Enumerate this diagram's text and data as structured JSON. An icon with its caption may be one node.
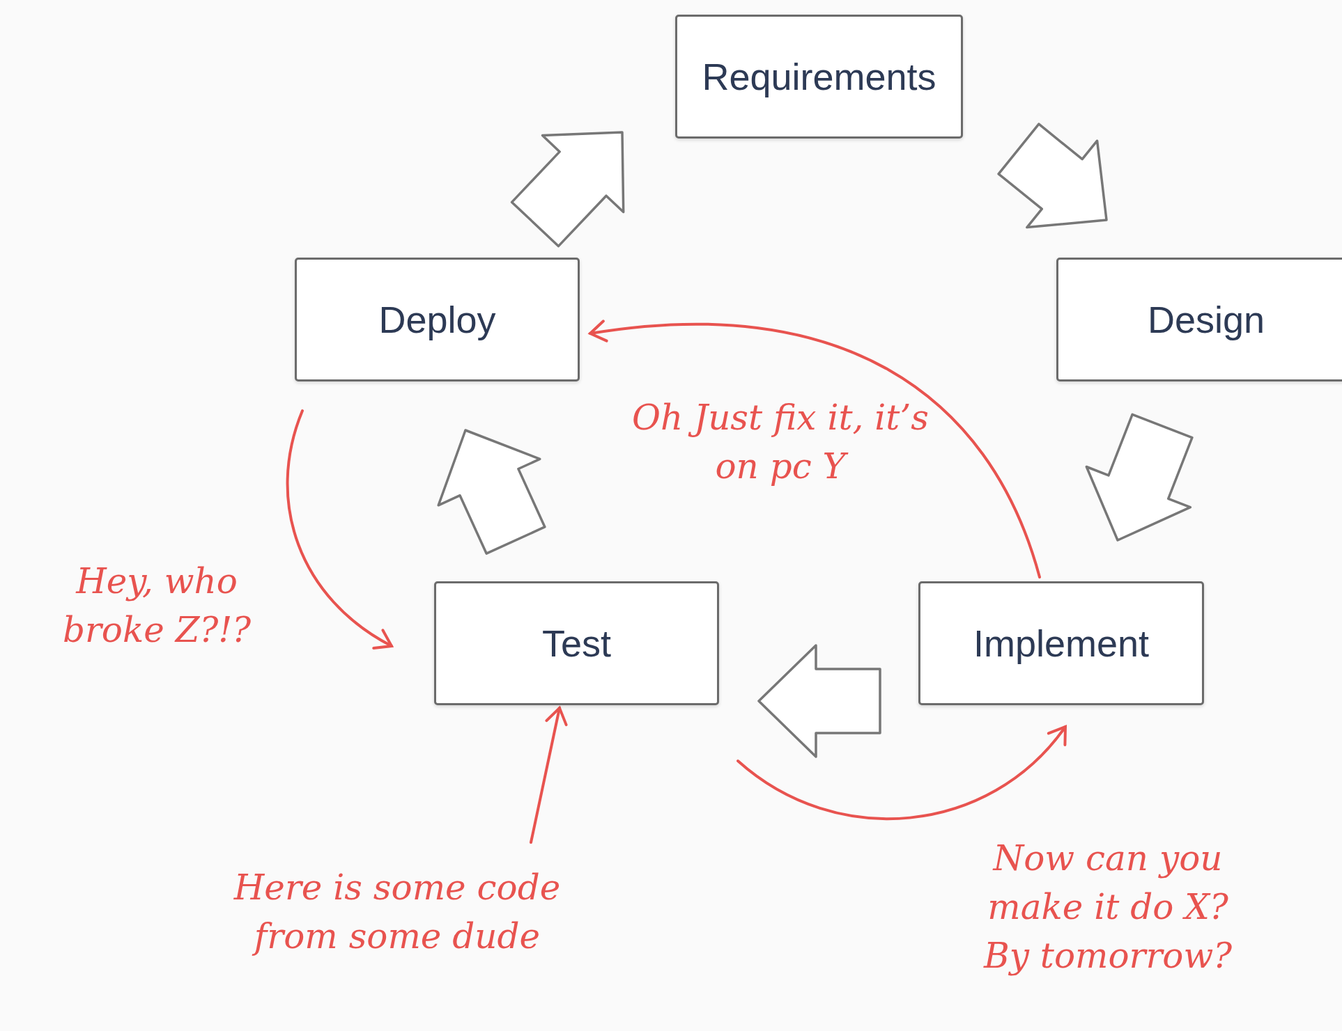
{
  "diagram": {
    "nodes": [
      {
        "text": [
          "Requirements"
        ]
      },
      {
        "text": [
          "Design"
        ]
      },
      {
        "text": [
          "Implement"
        ]
      },
      {
        "text": [
          "Test"
        ]
      },
      {
        "text": [
          "Deploy"
        ]
      }
    ],
    "edges": [
      {
        "from": 0,
        "to": 1,
        "arrow": "to",
        "style": "thick"
      },
      {
        "from": 1,
        "to": 2,
        "arrow": "to",
        "style": "thick"
      },
      {
        "from": 2,
        "to": 3,
        "arrow": "to",
        "style": "thick"
      },
      {
        "from": 3,
        "to": 4,
        "arrow": "to",
        "style": "thick"
      },
      {
        "from": 4,
        "to": 0,
        "arrow": "to",
        "style": "thick"
      },
      {
        "from": 4,
        "to": 3,
        "arrow": "to",
        "color": "#e8534f",
        "label": "Hey, who broke Z?!?"
      },
      {
        "from": 2,
        "to": 4,
        "arrow": "to",
        "color": "#e8534f",
        "label": "Oh Just fix it, it’s on pc Y"
      },
      {
        "from": null,
        "to": 3,
        "arrow": "to",
        "color": "#e8534f",
        "label": "Here is some code from some dude"
      },
      {
        "from": 3,
        "to": 2,
        "arrow": "to",
        "color": "#e8534f",
        "label": "Now can you make it do X? By tomorrow?"
      }
    ]
  }
}
